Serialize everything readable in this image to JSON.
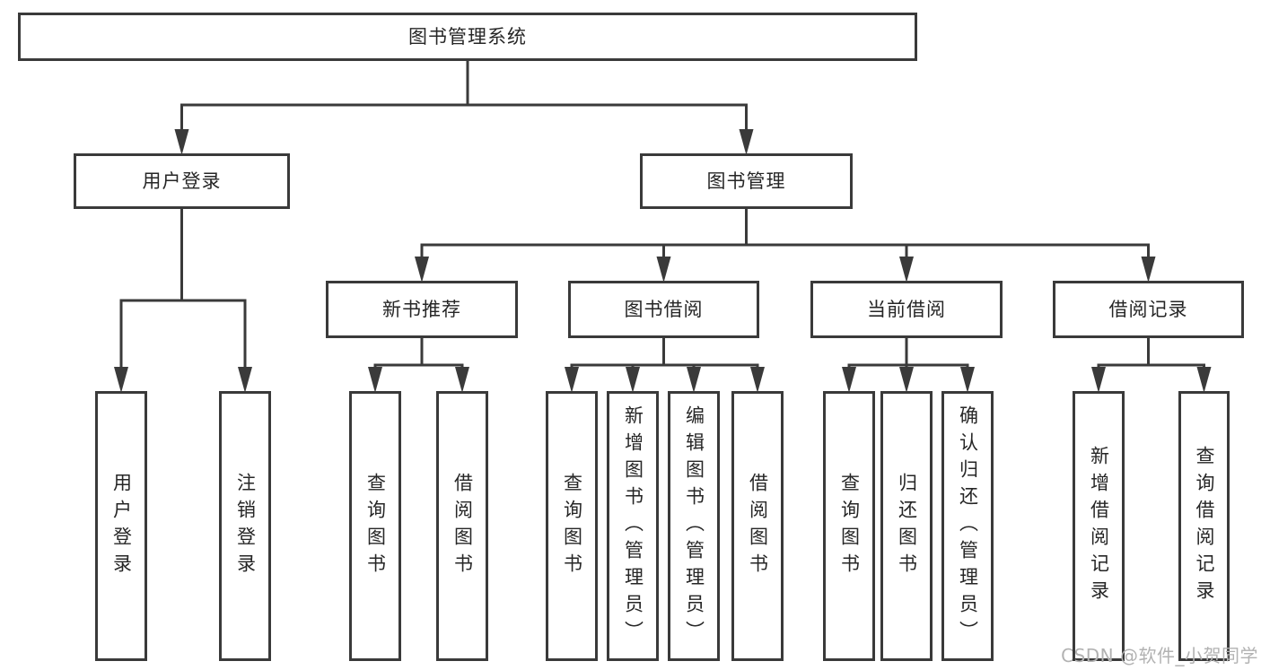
{
  "diagram": {
    "type": "hierarchy-tree",
    "root": {
      "id": "root",
      "label": "图书管理系统",
      "children": [
        {
          "id": "user-login",
          "label": "用户登录",
          "children": [
            {
              "id": "leaf-user-login",
              "label": "用户登录"
            },
            {
              "id": "leaf-logout",
              "label": "注销登录"
            }
          ]
        },
        {
          "id": "book-mgmt",
          "label": "图书管理",
          "children": [
            {
              "id": "new-book-rec",
              "label": "新书推荐",
              "children": [
                {
                  "id": "leaf-query-books-1",
                  "label": "查询图书"
                },
                {
                  "id": "leaf-borrow-books-1",
                  "label": "借阅图书"
                }
              ]
            },
            {
              "id": "book-borrow",
              "label": "图书借阅",
              "children": [
                {
                  "id": "leaf-query-books-2",
                  "label": "查询图书"
                },
                {
                  "id": "leaf-add-book",
                  "label": "新增图书（管理员）"
                },
                {
                  "id": "leaf-edit-book",
                  "label": "编辑图书（管理员）"
                },
                {
                  "id": "leaf-borrow-books-2",
                  "label": "借阅图书"
                }
              ]
            },
            {
              "id": "current-borrow",
              "label": "当前借阅",
              "children": [
                {
                  "id": "leaf-query-books-3",
                  "label": "查询图书"
                },
                {
                  "id": "leaf-return-book",
                  "label": "归还图书"
                },
                {
                  "id": "leaf-confirm-return",
                  "label": "确认归还（管理员）"
                }
              ]
            },
            {
              "id": "borrow-records",
              "label": "借阅记录",
              "children": [
                {
                  "id": "leaf-add-record",
                  "label": "新增借阅记录"
                },
                {
                  "id": "leaf-query-record",
                  "label": "查询借阅记录"
                }
              ]
            }
          ]
        }
      ]
    }
  },
  "watermark": "CSDN @软件_小贺同学",
  "colors": {
    "line": "#3a3a3a",
    "text": "#262626",
    "box_background": "#ffffff",
    "watermark": "#b2b2b2"
  }
}
